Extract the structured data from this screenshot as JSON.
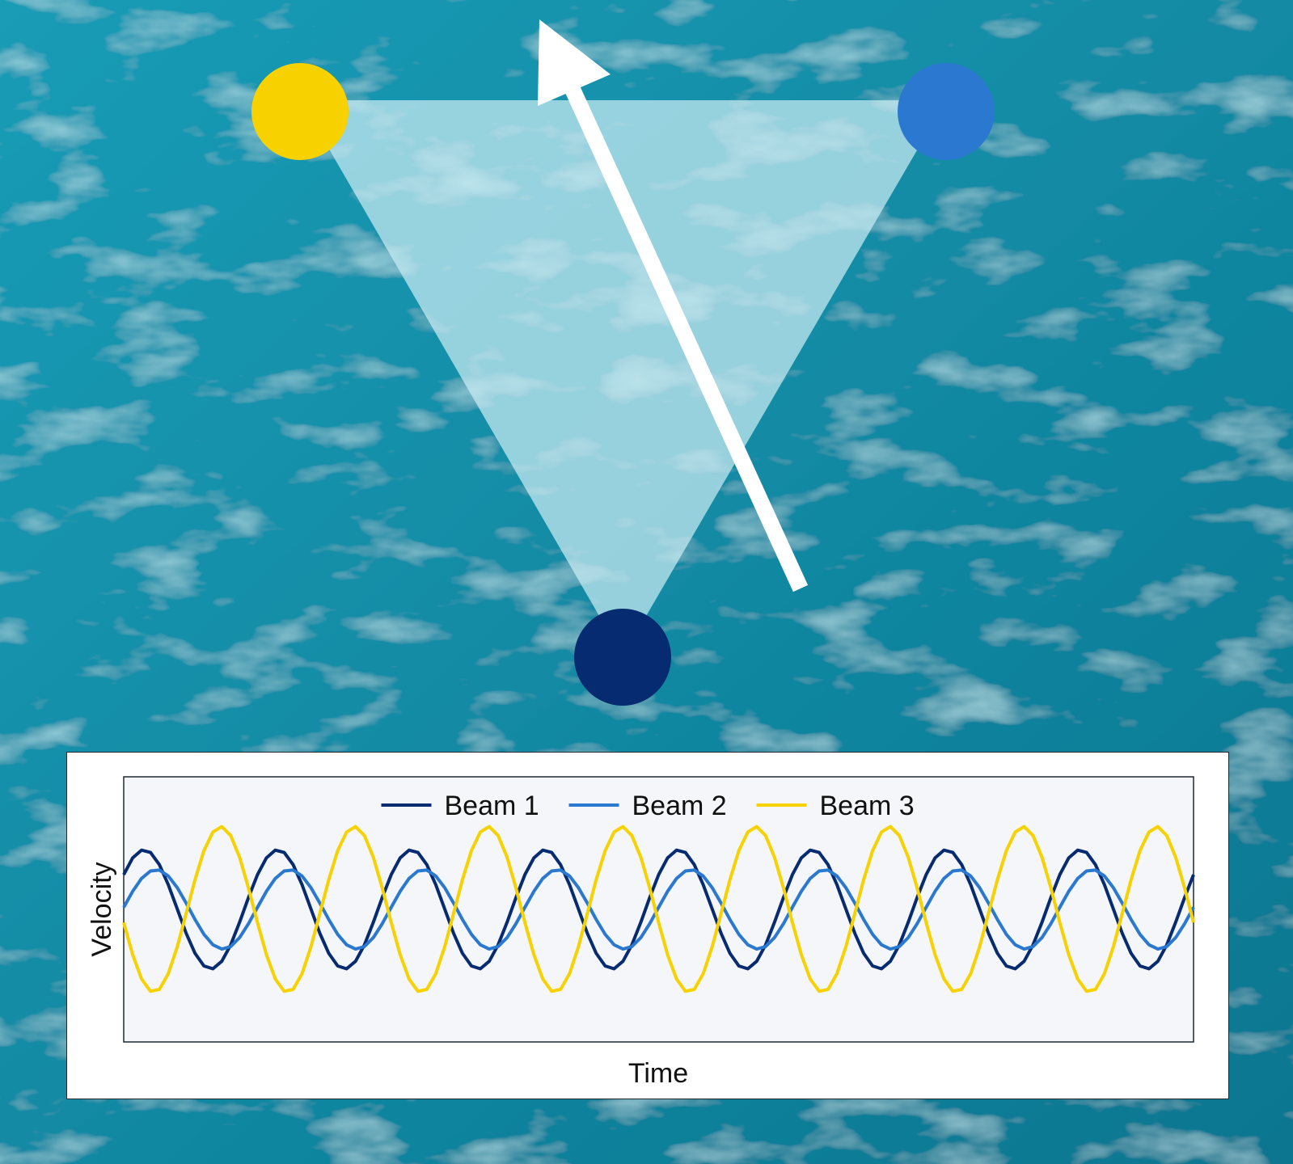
{
  "scene": {
    "background": "ocean-water-photo",
    "colors": {
      "water_dark": "#0b6f8a",
      "water_mid": "#1792ad",
      "water_light": "#2aaac2",
      "triangle_fill": "#bfe6f0",
      "arrow": "#ffffff",
      "beam1_node": "#062b70",
      "beam2_node": "#2a78cf",
      "beam3_node": "#f7d100"
    },
    "icons": {
      "beam1_node": "navy-circle-icon",
      "beam2_node": "blue-circle-icon",
      "beam3_node": "yellow-circle-icon",
      "flow_arrow": "arrow-up-icon"
    }
  },
  "chart_data": {
    "type": "line",
    "title": "",
    "xlabel": "Time",
    "ylabel": "Velocity",
    "x_range": [
      0,
      8
    ],
    "ylim": [
      -1.6,
      1.6
    ],
    "grid": false,
    "legend": "top-center",
    "series": [
      {
        "name": "Beam 1",
        "color": "#062b70",
        "amplitude": 0.72,
        "period": 1.0,
        "phase": 0.62
      },
      {
        "name": "Beam 2",
        "color": "#2a78cf",
        "amplitude": 0.48,
        "period": 1.0,
        "phase": 0.05
      },
      {
        "name": "Beam 3",
        "color": "#f7d100",
        "amplitude": 1.0,
        "period": 1.0,
        "phase": 3.3
      }
    ]
  }
}
